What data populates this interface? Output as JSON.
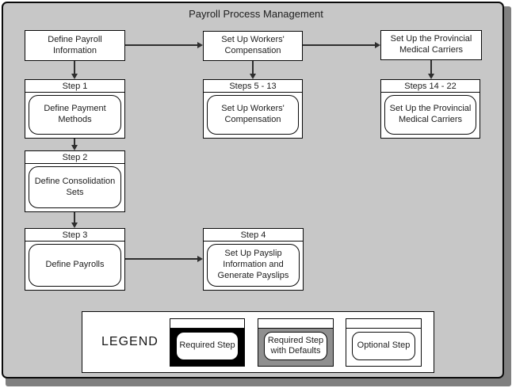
{
  "title": "Payroll Process Management",
  "colors": {
    "canvas_background": "#c7c7c7",
    "drop_shadow": "#808080",
    "box_background": "#ffffff",
    "border": "#0a0a0a",
    "legend_required_fill": "#000000",
    "legend_required_defaults_fill": "#8f8f8f",
    "legend_optional_fill": "#ffffff"
  },
  "flow": {
    "top_boxes": [
      {
        "label": "Define Payroll Information"
      },
      {
        "label": "Set Up Workers' Compensation"
      },
      {
        "label": "Set Up the Provincial Medical Carriers"
      }
    ],
    "step_windows": [
      {
        "header": "Step 1",
        "label": "Define Payment Methods"
      },
      {
        "header": "Step 2",
        "label": "Define Consolidation Sets"
      },
      {
        "header": "Step 3",
        "label": "Define Payrolls"
      },
      {
        "header": "Step 4",
        "label": "Set Up Payslip Information and Generate Payslips"
      },
      {
        "header": "Steps 5 - 13",
        "label": "Set Up Workers' Compensation"
      },
      {
        "header": "Steps 14 - 22",
        "label": "Set Up the Provincial Medical Carriers"
      }
    ]
  },
  "legend": {
    "label": "LEGEND",
    "items": [
      {
        "label": "Required Step",
        "style": "required"
      },
      {
        "label": "Required Step with Defaults",
        "style": "required-with-defaults"
      },
      {
        "label": "Optional Step",
        "style": "optional"
      }
    ]
  }
}
